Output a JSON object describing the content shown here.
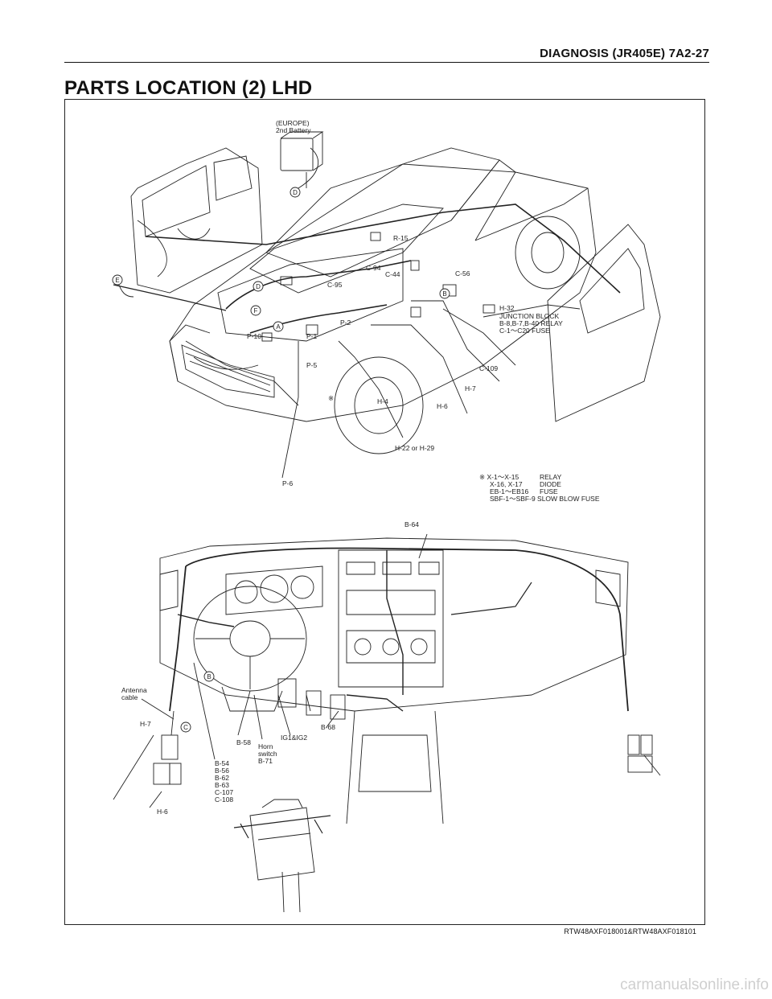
{
  "header": {
    "title": "DIAGNOSIS (JR405E)  7A2-27"
  },
  "page_title": "PARTS LOCATION (2) LHD",
  "top_diagram": {
    "battery_label_1": "(EUROPE)",
    "battery_label_2": "2nd Battery",
    "callouts": {
      "r15": "R-15",
      "c94": "C-94",
      "c44": "C-44",
      "c95": "C-95",
      "c56": "C-56",
      "h32": "H-32",
      "junction_1": "JUNCTION BLOCK",
      "junction_2": "B-8,B-7,B-40 RELAY",
      "junction_3": "C-1～C20 FUSE",
      "p2": "P-2",
      "p10": "P-10",
      "p1": "P-1",
      "p5": "P-5",
      "c109": "C-109",
      "h7": "H-7",
      "h6": "H-6",
      "h4": "H-4",
      "h22": "H-22 or H-29",
      "p6": "P-6",
      "kome": "※"
    },
    "letters": {
      "a": "A",
      "b": "B",
      "d": "D",
      "e": "E",
      "f": "F"
    },
    "legend": {
      "row1_code": "※ X-1～X-15",
      "row1_desc": "RELAY",
      "row2_code": "X-16, X-17",
      "row2_desc": "DIODE",
      "row3_code": "EB-1～EB16",
      "row3_desc": "FUSE",
      "row4": "SBF-1～SBF-9 SLOW BLOW FUSE"
    }
  },
  "bottom_diagram": {
    "b64": "B-64",
    "antenna_1": "Antenna",
    "antenna_2": "cable",
    "h7": "H-7",
    "h6": "H-6",
    "b58": "B-58",
    "horn_1": "Horn",
    "horn_2": "switch",
    "horn_3": "B-71",
    "ig": "IG1&IG2",
    "b68": "B-68",
    "stack": [
      "B-54",
      "B-56",
      "B-62",
      "B-63",
      "C-107",
      "C-108"
    ],
    "letters": {
      "b": "B",
      "c": "C"
    }
  },
  "figure_code": "RTW48AXF018001&RTW48AXF018101",
  "watermark": "carmanualsonline.info"
}
